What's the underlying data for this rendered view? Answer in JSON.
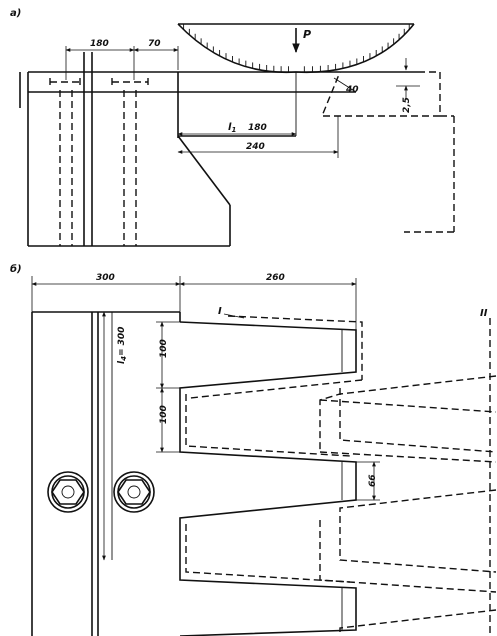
{
  "view_a": {
    "label": "а)",
    "load": "P",
    "dims": {
      "d180_top": "180",
      "d70": "70",
      "angle": "40",
      "depth": "2,5",
      "l1_label": "l",
      "l1_sub": "1",
      "l1_value": "180",
      "d240": "240"
    }
  },
  "view_b": {
    "label": "б)",
    "marker_I": "I",
    "marker_II": "II",
    "dims": {
      "d300": "300",
      "d260": "260",
      "d100_upper": "100",
      "d100_lower": "100",
      "l4_label": "l",
      "l4_sub": "4",
      "l4_value": "= 300",
      "d66": "66"
    }
  }
}
